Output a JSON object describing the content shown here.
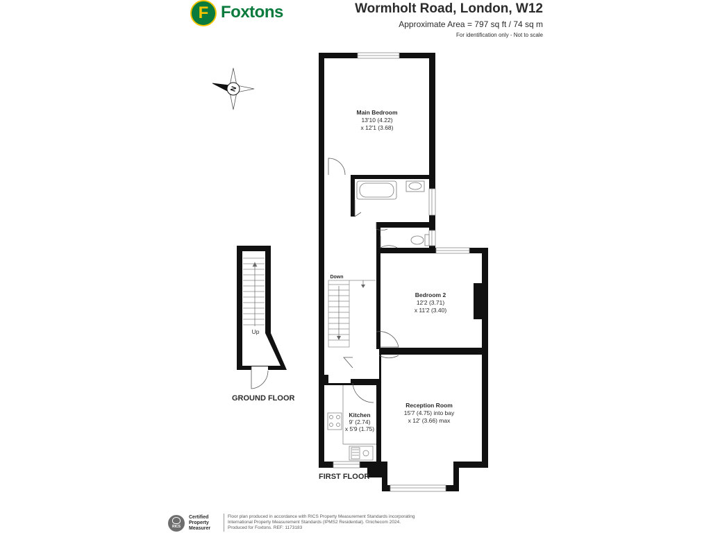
{
  "header": {
    "brand": "Foxtons",
    "brand_initial": "F",
    "address": "Wormholt Road, London, W12",
    "area": "Approximate Area = 797 sq ft / 74 sq m",
    "note": "For identification only - Not to scale"
  },
  "compass": {
    "letter": "N"
  },
  "rooms": {
    "main_bedroom": {
      "name": "Main Bedroom",
      "dim1": "13'10 (4.22)",
      "dim2": "x 12'1 (3.68)"
    },
    "bedroom2": {
      "name": "Bedroom 2",
      "dim1": "12'2 (3.71)",
      "dim2": "x 11'2 (3.40)"
    },
    "reception": {
      "name": "Reception Room",
      "dim1": "15'7 (4.75) into bay",
      "dim2": "x 12' (3.66) max"
    },
    "kitchen": {
      "name": "Kitchen",
      "dim1": "9' (2.74)",
      "dim2": "x 5'9 (1.75)"
    }
  },
  "stairs": {
    "down_label": "Down",
    "up_label": "Up"
  },
  "floors": {
    "ground": "GROUND FLOOR",
    "first": "FIRST FLOOR"
  },
  "footer": {
    "rics_abbr": "RICS",
    "rics_line1": "Certified",
    "rics_line2": "Property",
    "rics_line3": "Measurer",
    "line1": "Floor plan produced in accordance with RICS Property Measurement Standards incorporating",
    "line2": "International Property Measurement Standards (IPMS2 Residential). ©nichecom 2024.",
    "line3": "Produced for Foxtons.    REF: 1173183"
  },
  "colors": {
    "brand_green": "#0a7a3d",
    "brand_yellow": "#f5c400",
    "wall": "#111111"
  }
}
